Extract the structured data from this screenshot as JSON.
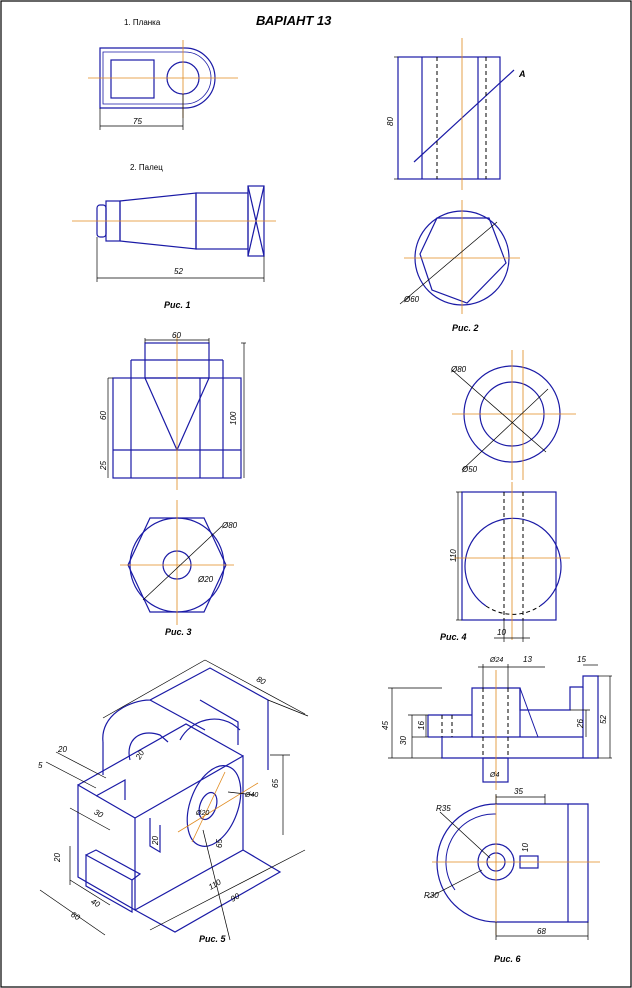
{
  "title": "ВАРІАНТ 13",
  "colors": {
    "outline": "#1a1aa6",
    "axis": "#e08a1e",
    "dim": "#000000"
  },
  "labels": {
    "part1": "1. Планка",
    "part2": "2. Палец",
    "fig1": "Рис. 1",
    "fig2": "Рис. 2",
    "fig3": "Рис. 3",
    "fig4": "Рис. 4",
    "fig5": "Рис. 5",
    "fig6": "Рис. 6"
  },
  "dims": {
    "f1_75": "75",
    "f1_52": "52",
    "f2_80": "80",
    "f2_diam": "Ø60",
    "f2_a": "A",
    "f3_60": "60",
    "f3_60v": "60",
    "f3_25": "25",
    "f3_100": "100",
    "f3_d1": "Ø80",
    "f3_d2": "Ø20",
    "f4_d1": "Ø80",
    "f4_d2": "Ø50",
    "f4_110": "110",
    "f4_10": "10",
    "f5_80": "80",
    "f5_20a": "20",
    "f5_5": "5",
    "f5_30": "30",
    "f5_20b": "20",
    "f5_20c": "20",
    "f5_20d": "20",
    "f5_d1": "Ø20",
    "f5_d2": "Ø40",
    "f5_65": "65",
    "f5_65b": "65",
    "f5_110": "110",
    "f5_60": "60",
    "f5_40": "40",
    "f5_90": "90",
    "f6_d": "Ø24",
    "f6_13": "13",
    "f6_15": "15",
    "f6_45": "45",
    "f6_30": "30",
    "f6_16": "16",
    "f6_26": "26",
    "f6_52": "52",
    "f6_d2": "Ø4",
    "f6_r35": "R35",
    "f6_35": "35",
    "f6_10": "10",
    "f6_r30": "R30",
    "f6_68": "68"
  }
}
